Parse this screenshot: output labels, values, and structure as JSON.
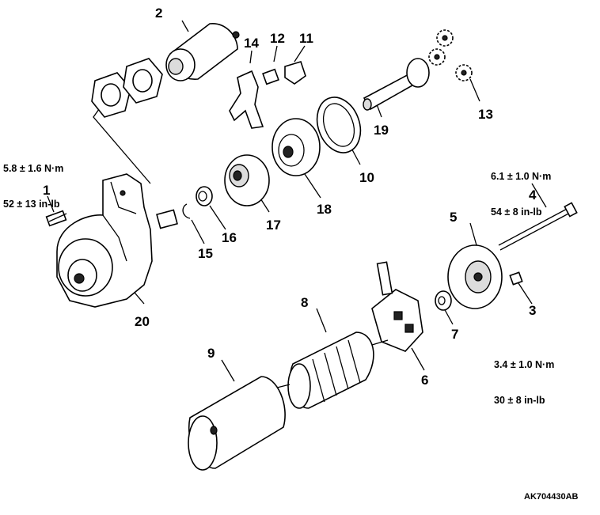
{
  "diagram": {
    "document_code": "AK704430AB",
    "callouts": [
      {
        "id": "1",
        "label": "1"
      },
      {
        "id": "2",
        "label": "2"
      },
      {
        "id": "3",
        "label": "3"
      },
      {
        "id": "4",
        "label": "4"
      },
      {
        "id": "5",
        "label": "5"
      },
      {
        "id": "6",
        "label": "6"
      },
      {
        "id": "7",
        "label": "7"
      },
      {
        "id": "8",
        "label": "8"
      },
      {
        "id": "9",
        "label": "9"
      },
      {
        "id": "10",
        "label": "10"
      },
      {
        "id": "11",
        "label": "11"
      },
      {
        "id": "12",
        "label": "12"
      },
      {
        "id": "13",
        "label": "13"
      },
      {
        "id": "14",
        "label": "14"
      },
      {
        "id": "15",
        "label": "15"
      },
      {
        "id": "16",
        "label": "16"
      },
      {
        "id": "17",
        "label": "17"
      },
      {
        "id": "18",
        "label": "18"
      },
      {
        "id": "19",
        "label": "19"
      },
      {
        "id": "20",
        "label": "20"
      }
    ],
    "torque_specs": {
      "part1": {
        "metric": "5.8 ± 1.6 N·m",
        "imperial": "52 ± 13 in-lb"
      },
      "part4": {
        "metric": "6.1 ± 1.0 N·m",
        "imperial": "54 ± 8 in-lb"
      },
      "part3": {
        "metric": "3.4 ± 1.0 N·m",
        "imperial": "30 ± 8 in-lb"
      }
    }
  }
}
